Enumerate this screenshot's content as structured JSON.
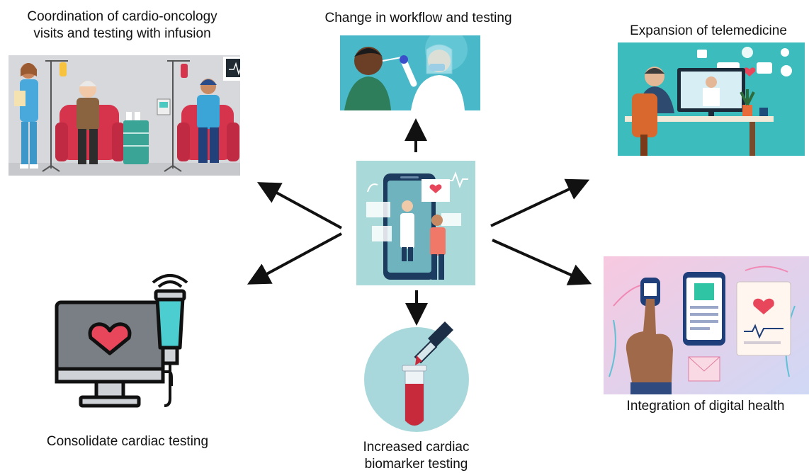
{
  "nodes": {
    "coordination": {
      "line1": "Coordination of cardio-oncology",
      "line2": "visits and testing with infusion"
    },
    "workflow": {
      "label": "Change in workflow and testing"
    },
    "telemedicine": {
      "label": "Expansion of telemedicine"
    },
    "consolidate": {
      "label": "Consolidate cardiac testing"
    },
    "biomarker": {
      "line1": "Increased cardiac",
      "line2": "biomarker testing"
    },
    "digital_health": {
      "label": "Integration of  digital health"
    }
  },
  "colors": {
    "arrow": "#111111",
    "teal": "#3fbfc3",
    "heart": "#e8475b",
    "coral": "#f07868",
    "navy": "#1c3c62"
  }
}
